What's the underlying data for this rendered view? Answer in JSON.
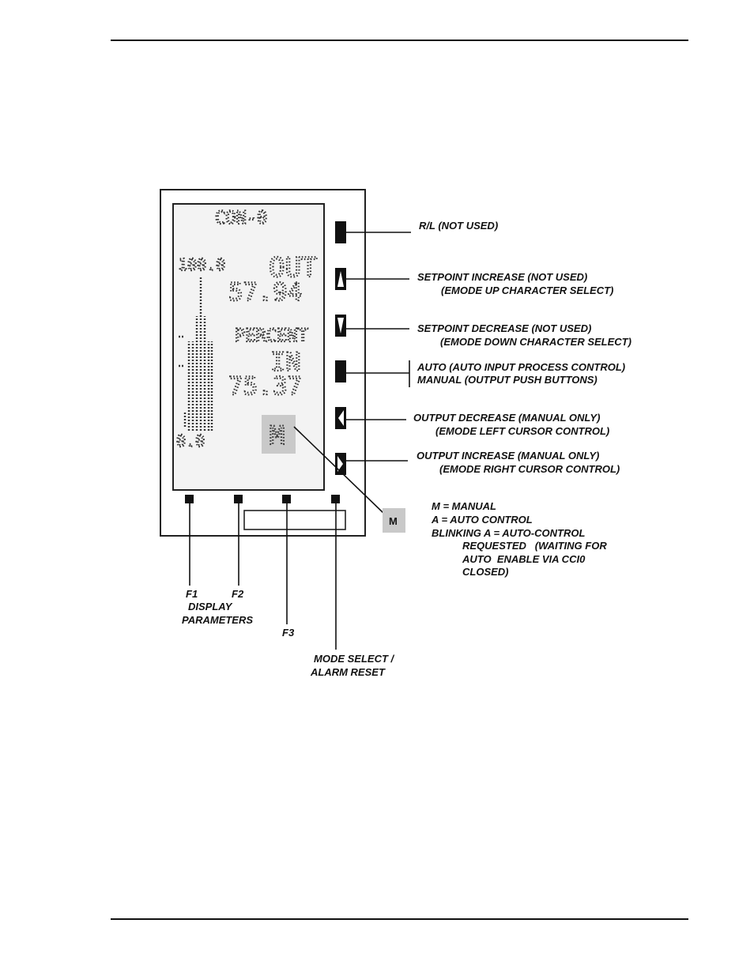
{
  "display": {
    "title": "CON-0",
    "scale_max": "100.0",
    "scale_min": "0.0",
    "out_label": "OUT",
    "out_value": "57.94",
    "percent_label": "PERCENT",
    "in_label": "IN",
    "in_value": "75.37",
    "mode_indicator": "M"
  },
  "side_buttons": [
    {
      "lines": [
        "R/L (NOT USED)"
      ]
    },
    {
      "lines": [
        "SETPOINT INCREASE (NOT USED)",
        "(EMODE UP CHARACTER SELECT)"
      ]
    },
    {
      "lines": [
        "SETPOINT DECREASE (NOT USED)",
        "(EMODE DOWN CHARACTER SELECT)"
      ]
    },
    {
      "lines": [
        "AUTO (AUTO INPUT PROCESS CONTROL)",
        "MANUAL (OUTPUT PUSH BUTTONS)"
      ]
    },
    {
      "lines": [
        "OUTPUT DECREASE (MANUAL ONLY)",
        "(EMODE LEFT CURSOR CONTROL)"
      ]
    },
    {
      "lines": [
        "OUTPUT INCREASE (MANUAL ONLY)",
        "(EMODE RIGHT CURSOR CONTROL)"
      ]
    }
  ],
  "mode_callout": {
    "icon": "M",
    "lines": [
      "M = MANUAL",
      "A = AUTO CONTROL",
      "BLINKING A = AUTO-CONTROL",
      "REQUESTED   (WAITING FOR",
      "AUTO  ENABLE VIA CCI0",
      "CLOSED)"
    ]
  },
  "function_keys": {
    "f1": "F1",
    "f2": "F2",
    "display_params": [
      "DISPLAY",
      "PARAMETERS"
    ],
    "f3": "F3",
    "mode_select": [
      "MODE SELECT /",
      "ALARM RESET"
    ]
  }
}
